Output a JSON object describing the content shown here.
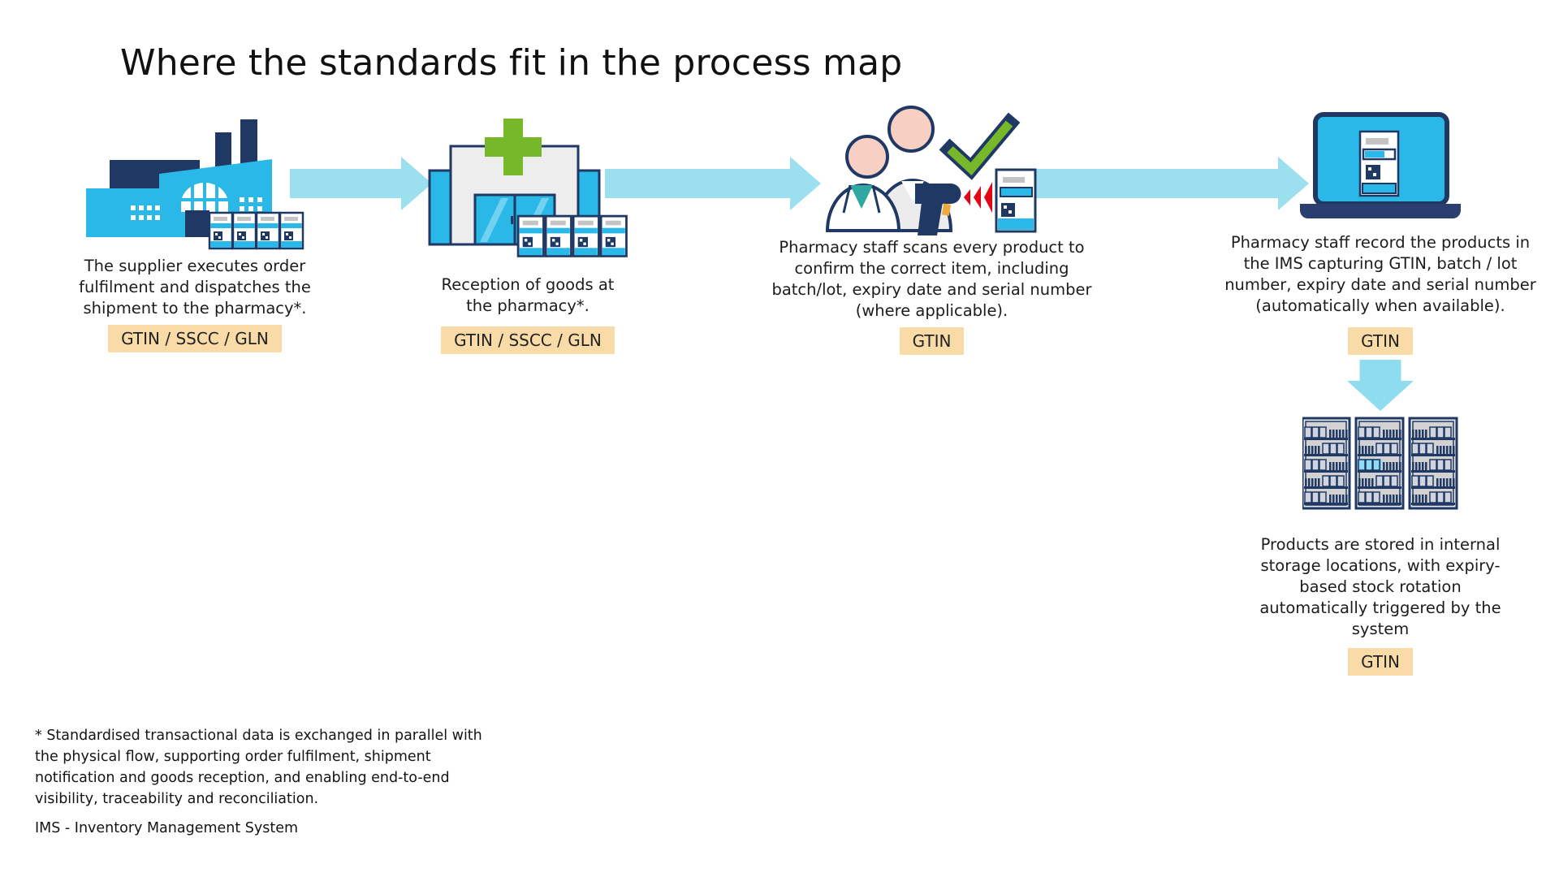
{
  "title": "Where the standards fit in the process map",
  "steps": [
    {
      "name": "supplier-dispatch",
      "icon": "factory-icon",
      "description": "The supplier executes order fulfilment and dispatches the shipment to the pharmacy*.",
      "badge": "GTIN / SSCC / GLN"
    },
    {
      "name": "goods-reception",
      "icon": "pharmacy-building-icon",
      "description": "Reception of goods at the pharmacy*.",
      "badge": "GTIN / SSCC / GLN"
    },
    {
      "name": "product-scanning",
      "icon": "pharmacy-staff-scanner-icon",
      "description": "Pharmacy staff scans every product to confirm the correct item, including batch/lot, expiry date and serial number (where applicable).",
      "badge": "GTIN"
    },
    {
      "name": "ims-recording",
      "icon": "laptop-ims-icon",
      "description": "Pharmacy staff record the products in the IMS capturing GTIN, batch / lot number, expiry date and serial number (automatically when available).",
      "badge": "GTIN"
    },
    {
      "name": "internal-storage",
      "icon": "storage-shelves-icon",
      "description": "Products are stored in internal storage locations, with expiry-based stock rotation automatically triggered by the system",
      "badge": "GTIN"
    }
  ],
  "footnotes": {
    "standardised_data": "* Standardised transactional data is exchanged in parallel with the physical flow, supporting order fulfilment, shipment notification and goods reception, and enabling end-to-end visibility, traceability and reconciliation.",
    "ims_abbreviation": "IMS - Inventory Management System"
  },
  "colors": {
    "cyan": "#29b8e8",
    "navy": "#1f3864",
    "arrow_light_blue": "#9cdfef",
    "green": "#76b82a",
    "badge_background": "#f8dba6",
    "scanner_beam_red": "#e30613"
  }
}
